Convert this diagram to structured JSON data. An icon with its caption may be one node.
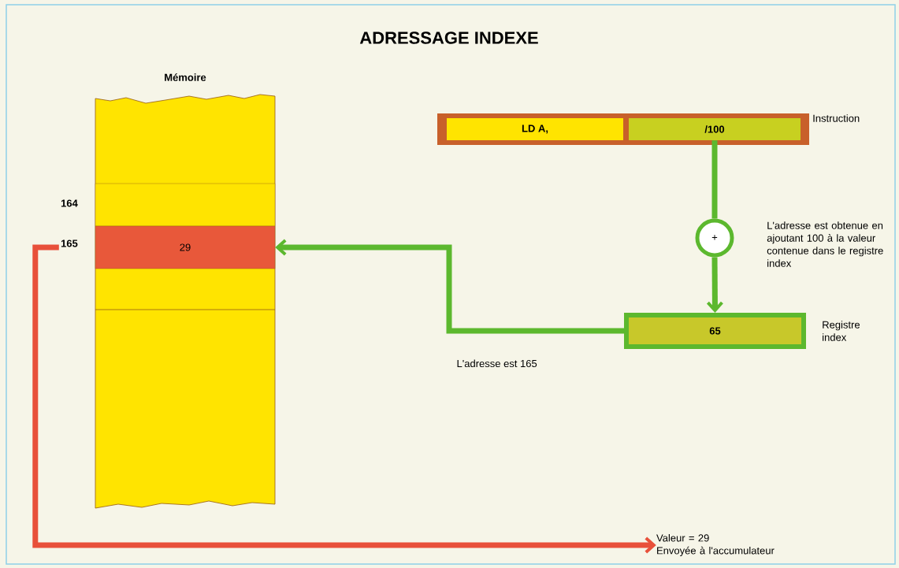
{
  "diagram": {
    "title": "ADRESSAGE INDEXE",
    "nodes": [
      {
        "text": [
          "Mémoire"
        ]
      },
      {
        "text": [],
        "shape": "box",
        "in": 0,
        "beside": [
          "164"
        ]
      },
      {
        "text": [
          "29"
        ],
        "in": 0,
        "beside": [
          "165"
        ]
      },
      {
        "text": [],
        "shape": "box",
        "beside": [
          "Instruction"
        ]
      },
      {
        "text": [
          "LD A,"
        ],
        "in": 3
      },
      {
        "text": [
          "/100"
        ],
        "in": 3
      },
      {
        "text": [
          "+"
        ],
        "beside": [
          "L'adresse est obtenue en ajoutant 100 à la valeur contenue dans le registre index"
        ]
      },
      {
        "text": [
          "65"
        ],
        "beside": [
          "Registre index"
        ]
      },
      {
        "text": [
          "Valeur = 29",
          "Envoyée à l'accumulateur"
        ]
      }
    ],
    "edges": [
      {
        "from": 5,
        "to": 6,
        "arrow": "none"
      },
      {
        "from": 6,
        "to": 7,
        "arrow": "to"
      },
      {
        "from": 7,
        "to": 2,
        "arrow": "to",
        "label": "L'adresse est 165"
      },
      {
        "from": 2,
        "to": 8,
        "arrow": "to",
        "color": "#e8503a"
      }
    ]
  }
}
